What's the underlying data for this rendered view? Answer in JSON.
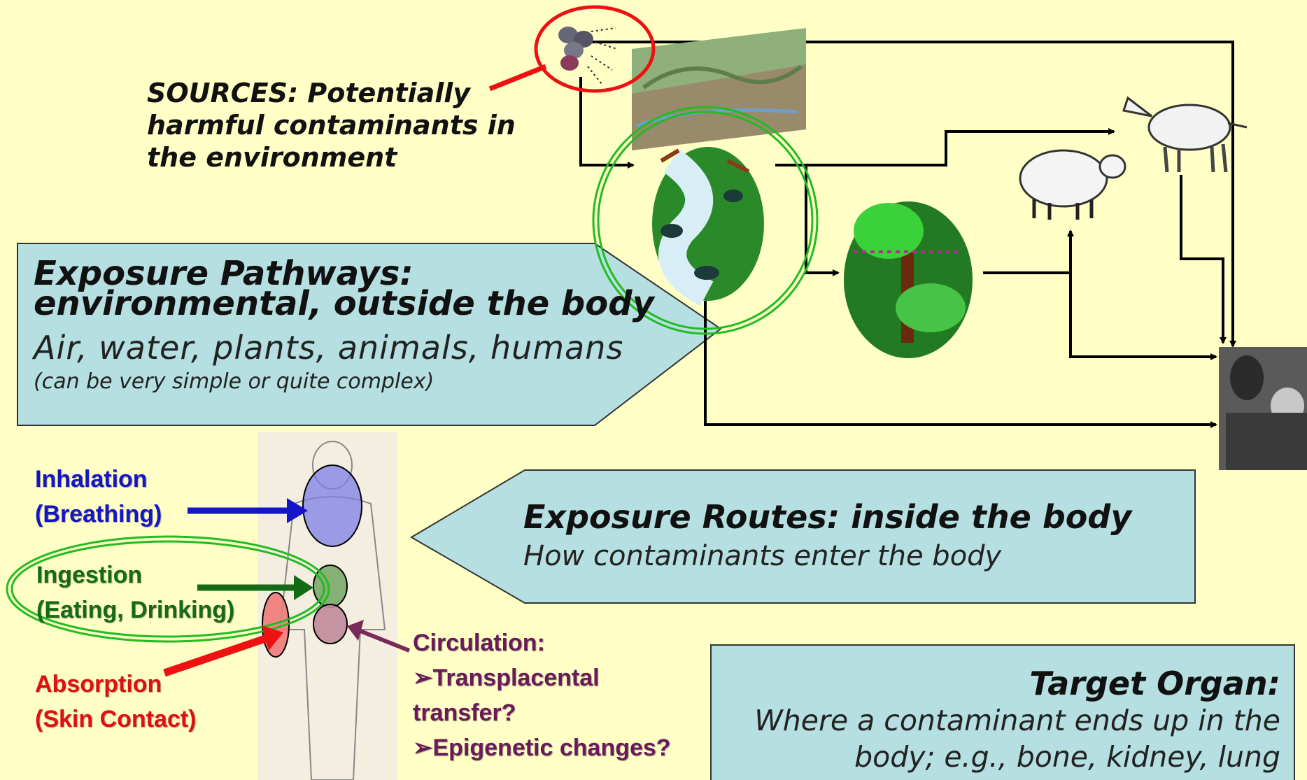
{
  "sources": {
    "lines": [
      "SOURCES:  Potentially",
      "harmful contaminants in",
      "the environment"
    ]
  },
  "pathways": {
    "title_line1": "Exposure Pathways:",
    "title_line2": "environmental, outside the body",
    "subtitle": "Air, water, plants, animals, humans",
    "note": "(can be very simple or quite complex)"
  },
  "routes": {
    "title": "Exposure Routes: inside the body",
    "subtitle": "How contaminants enter the body"
  },
  "target": {
    "title": "Target Organ:",
    "line1": "Where a contaminant ends up in the",
    "line2": "body; e.g., bone, kidney, lung"
  },
  "inhalation": {
    "line1": "Inhalation",
    "line2": "(Breathing)"
  },
  "ingestion": {
    "line1": "Ingestion",
    "line2": "(Eating, Drinking)"
  },
  "absorption": {
    "line1": "Absorption",
    "line2": "(Skin Contact)"
  },
  "circulation": {
    "line1": "Circulation:",
    "line2": "➢Transplacental",
    "line3": "transfer?",
    "line4": "➢Epigenetic changes?"
  },
  "colors": {
    "background": "#ffffc6",
    "callout": "#b5dfe0",
    "inhalation": "#1515c8",
    "ingestion": "#156b15",
    "absorption": "#e01010",
    "circulation": "#6a1a5a",
    "source_circle": "#ee1111",
    "highlight_circle": "#22bb22"
  },
  "icons": [
    "rock-cluster-icon",
    "landscape-block-icon",
    "stream-icon",
    "forest-icon",
    "sheep-icon",
    "goat-icon",
    "mother-child-photo",
    "human-body-icon"
  ]
}
